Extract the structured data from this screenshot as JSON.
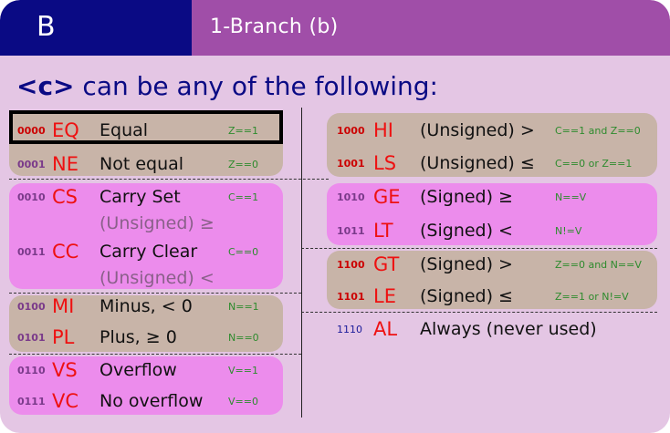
{
  "header": {
    "letter": "B",
    "title": "1-Branch (b)"
  },
  "subtitle": {
    "code": "<c>",
    "rest": " can be any of the following:"
  },
  "left": [
    {
      "code": "0000",
      "mnemonic": "EQ",
      "desc": "Equal",
      "cond": "Z==1"
    },
    {
      "code": "0001",
      "mnemonic": "NE",
      "desc": "Not equal",
      "cond": "Z==0"
    },
    {
      "code": "0010",
      "mnemonic": "CS",
      "desc": "Carry Set",
      "desc2": "(Unsigned) ≥",
      "cond": "C==1"
    },
    {
      "code": "0011",
      "mnemonic": "CC",
      "desc": "Carry Clear",
      "desc2": "(Unsigned) <",
      "cond": "C==0"
    },
    {
      "code": "0100",
      "mnemonic": "MI",
      "desc": "Minus, < 0",
      "cond": "N==1"
    },
    {
      "code": "0101",
      "mnemonic": "PL",
      "desc": "Plus, ≥ 0",
      "cond": "N==0"
    },
    {
      "code": "0110",
      "mnemonic": "VS",
      "desc": "Overflow",
      "cond": "V==1"
    },
    {
      "code": "0111",
      "mnemonic": "VC",
      "desc": "No overflow",
      "cond": "V==0"
    }
  ],
  "right": [
    {
      "code": "1000",
      "mnemonic": "HI",
      "desc": "(Unsigned) >",
      "cond": "C==1 and Z==0"
    },
    {
      "code": "1001",
      "mnemonic": "LS",
      "desc": "(Unsigned) ≤",
      "cond": "C==0 or Z==1"
    },
    {
      "code": "1010",
      "mnemonic": "GE",
      "desc": "(Signed) ≥",
      "cond": "N==V"
    },
    {
      "code": "1011",
      "mnemonic": "LT",
      "desc": "(Signed) <",
      "cond": "N!=V"
    },
    {
      "code": "1100",
      "mnemonic": "GT",
      "desc": "(Signed) >",
      "cond": "Z==0 and N==V"
    },
    {
      "code": "1101",
      "mnemonic": "LE",
      "desc": "(Signed) ≤",
      "cond": "Z==1 or N!=V"
    },
    {
      "code": "1110",
      "mnemonic": "AL",
      "desc": "Always (never used)"
    }
  ],
  "colors": {
    "navy": "#0a0a84",
    "purple": "#a04ea8",
    "tan": "#c8b4a8",
    "pink": "#ec8cec",
    "red": "#ee1111",
    "green": "#2e8b2e"
  }
}
